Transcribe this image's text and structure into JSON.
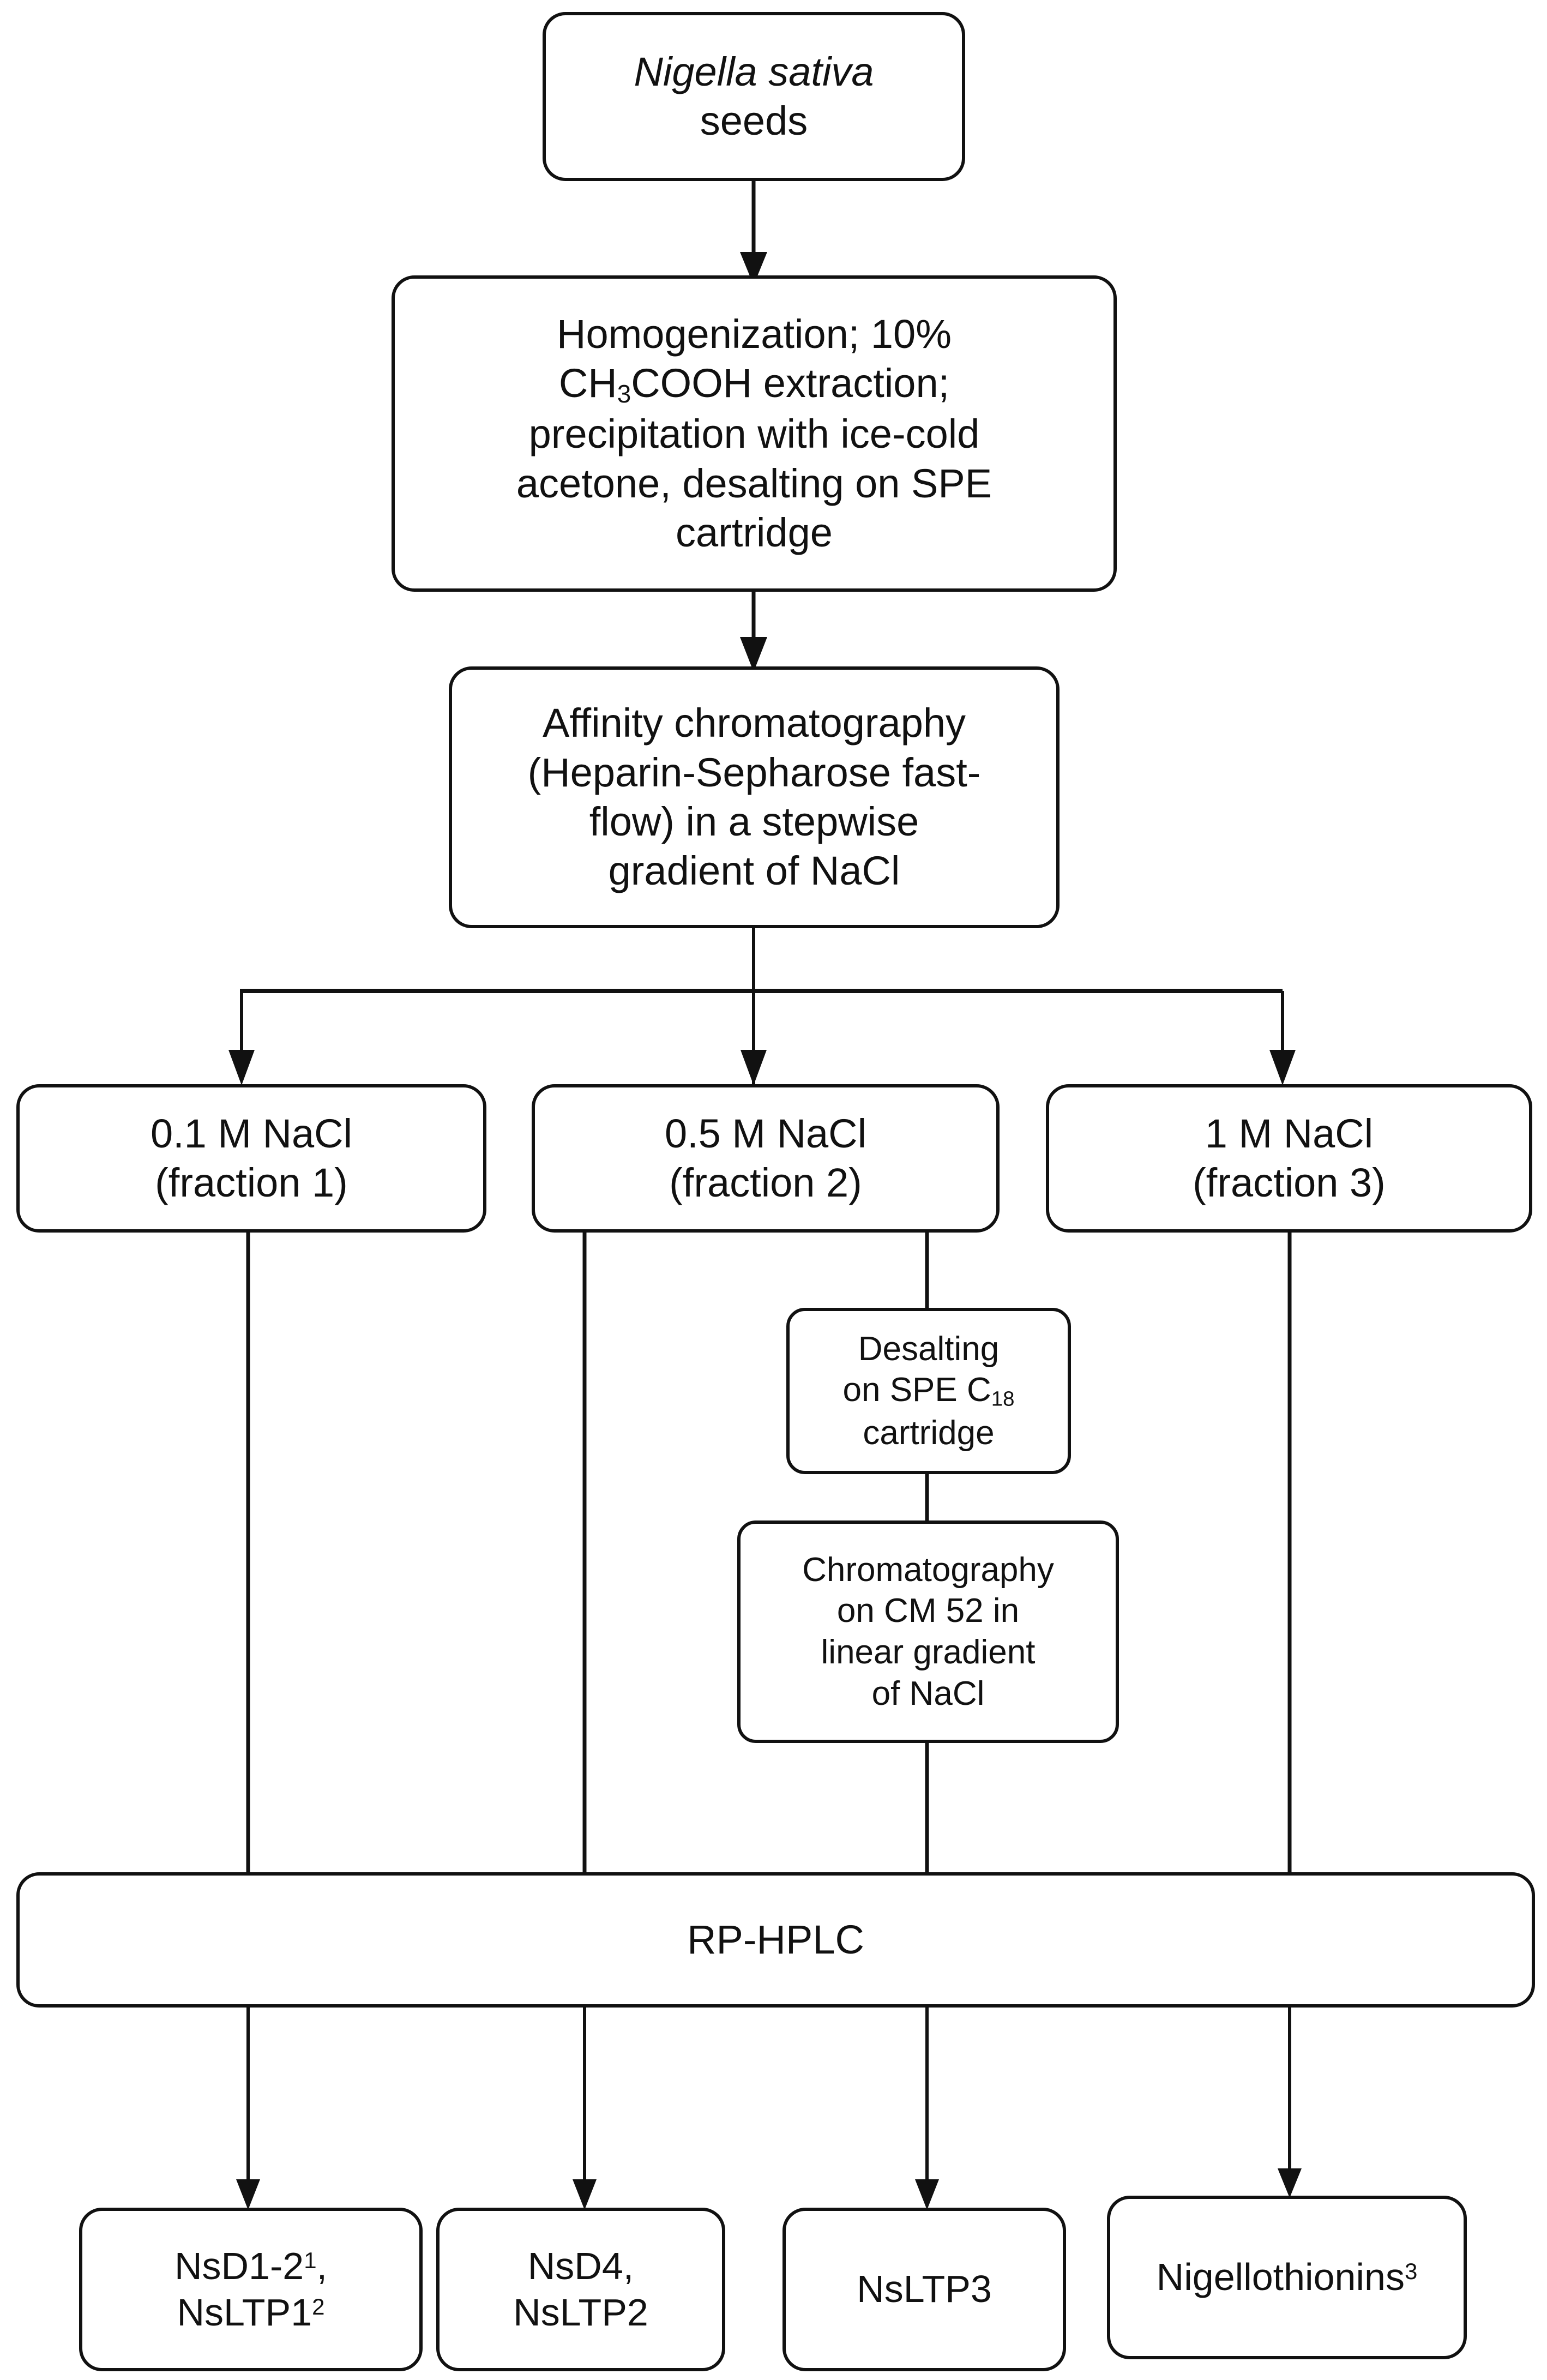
{
  "diagram": {
    "title": "Nigella sativa antimicrobial peptide purification scheme",
    "type": "flowchart",
    "stroke_color": "#111111",
    "fill_color": "#ffffff",
    "nodes": {
      "seeds": {
        "line1_italic": "Nigella sativa",
        "line2": "seeds"
      },
      "extraction": {
        "line1": "Homogenization; 10%",
        "line2_pre": "CH",
        "line2_sub": "3",
        "line2_post": "COOH extraction;",
        "line3": "precipitation with ice-cold",
        "line4": "acetone, desalting on SPE",
        "line5": "cartridge"
      },
      "affinity": {
        "line1": "Affinity chromatography",
        "line2": "(Heparin-Sepharose fast-",
        "line3": "flow) in a stepwise",
        "line4": "gradient of NaCl"
      },
      "fraction1": {
        "line1": "0.1 M NaCl",
        "line2": "(fraction 1)"
      },
      "fraction2": {
        "line1": "0.5 M NaCl",
        "line2": "(fraction 2)"
      },
      "fraction3": {
        "line1": "1 M NaCl",
        "line2": "(fraction 3)"
      },
      "desalting": {
        "line1": "Desalting",
        "line2_pre": "on SPE C",
        "line2_sub": "18",
        "line3": "cartridge"
      },
      "cm52": {
        "line1": "Chromatography",
        "line2": "on CM 52 in",
        "line3": "linear gradient",
        "line4": "of NaCl"
      },
      "rphplc": {
        "label": "RP-HPLC"
      },
      "product1": {
        "line1_pre": "NsD1-2",
        "line1_sup": "1",
        "line1_post": ",",
        "line2_pre": "NsLTP1",
        "line2_sup": "2"
      },
      "product2": {
        "line1": "NsD4,",
        "line2": "NsLTP2"
      },
      "product3": {
        "label": "NsLTP3"
      },
      "product4": {
        "label_pre": "Nigellothionins",
        "label_sup": "3"
      }
    },
    "edges": [
      {
        "from": "seeds",
        "to": "extraction",
        "arrow": true
      },
      {
        "from": "extraction",
        "to": "affinity",
        "arrow": true
      },
      {
        "from": "affinity",
        "to": "fraction1",
        "arrow": true
      },
      {
        "from": "affinity",
        "to": "fraction2",
        "arrow": true
      },
      {
        "from": "affinity",
        "to": "fraction3",
        "arrow": true
      },
      {
        "from": "fraction1",
        "to": "rphplc",
        "arrow": false
      },
      {
        "from": "fraction2",
        "to": "rphplc",
        "arrow": false
      },
      {
        "from": "fraction2",
        "to": "desalting",
        "arrow": false
      },
      {
        "from": "desalting",
        "to": "cm52",
        "arrow": false
      },
      {
        "from": "cm52",
        "to": "rphplc",
        "arrow": false
      },
      {
        "from": "fraction3",
        "to": "rphplc",
        "arrow": false
      },
      {
        "from": "rphplc",
        "to": "product1",
        "arrow": true
      },
      {
        "from": "rphplc",
        "to": "product2",
        "arrow": true
      },
      {
        "from": "rphplc",
        "to": "product3",
        "arrow": true
      },
      {
        "from": "rphplc",
        "to": "product4",
        "arrow": true
      }
    ]
  }
}
